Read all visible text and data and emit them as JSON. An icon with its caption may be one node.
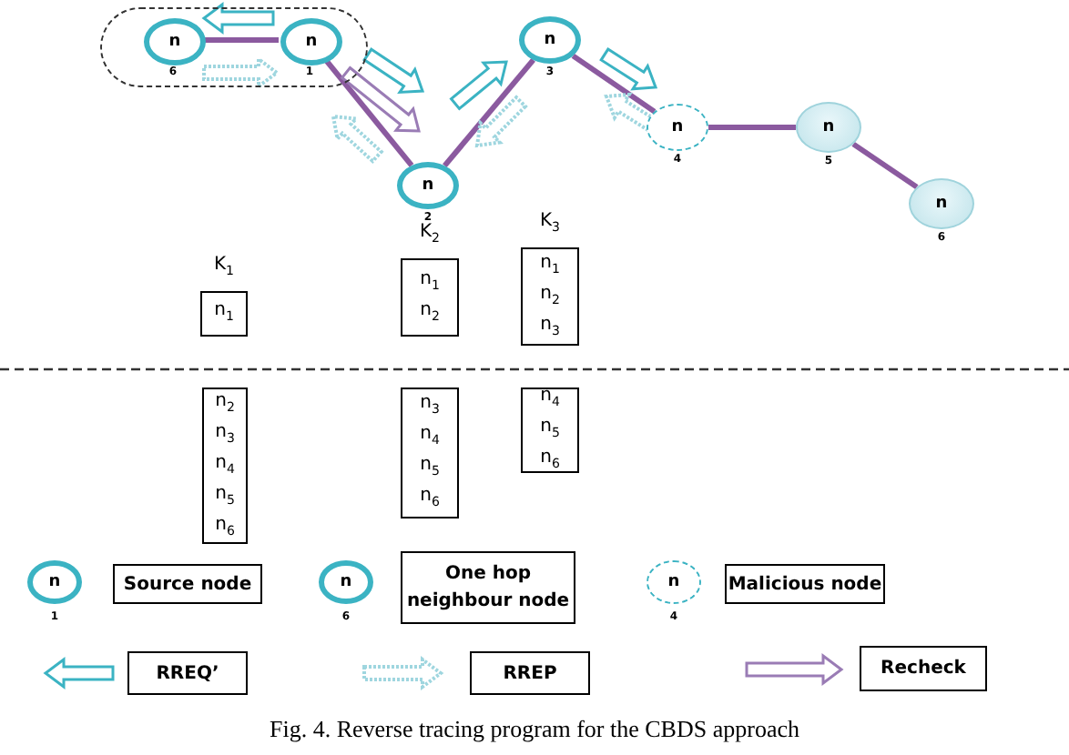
{
  "diagram": {
    "caption": "Fig. 4.  Reverse tracing program for the CBDS approach",
    "nodes": [
      {
        "text": [],
        "shape": "box"
      },
      {
        "text": [
          "n"
        ],
        "beside": [
          "6"
        ],
        "in": 0
      },
      {
        "text": [
          "n"
        ],
        "beside": [
          "1"
        ],
        "in": 0
      },
      {
        "text": [
          "n"
        ],
        "beside": [
          "2"
        ]
      },
      {
        "text": [
          "n"
        ],
        "beside": [
          "3"
        ]
      },
      {
        "text": [
          "n"
        ],
        "beside": [
          "4"
        ]
      },
      {
        "text": [
          "n"
        ],
        "beside": [
          "5"
        ]
      },
      {
        "text": [
          "n"
        ],
        "beside": [
          "6"
        ]
      },
      {
        "text": [
          "K$_{1}$",
          "n$_{1}$"
        ]
      },
      {
        "text": [
          "K$_{2}$",
          "n$_{1}$",
          "n$_{2}$"
        ]
      },
      {
        "text": [
          "K$_{3}$",
          "n$_{1}$",
          "n$_{2}$",
          "n$_{3}$"
        ]
      },
      {
        "text": [
          "n$_{2}$",
          "n$_{3}$",
          "n$_{4}$",
          "n$_{5}$",
          "n$_{6}$"
        ]
      },
      {
        "text": [
          "n$_{3}$",
          "n$_{4}$",
          "n$_{5}$",
          "n$_{6}$"
        ]
      },
      {
        "text": [
          "n$_{4}$",
          "n$_{5}$",
          "n$_{6}$"
        ]
      }
    ],
    "edges": [
      {
        "from": 1,
        "to": 2,
        "arrow": "none"
      },
      {
        "from": 2,
        "to": 3,
        "arrow": "none"
      },
      {
        "from": 3,
        "to": 4,
        "arrow": "none"
      },
      {
        "from": 4,
        "to": 5,
        "arrow": "none"
      },
      {
        "from": 5,
        "to": 6,
        "arrow": "none"
      },
      {
        "from": 6,
        "to": 7,
        "arrow": "none"
      },
      {
        "from": 2,
        "to": 1,
        "arrow": "to",
        "color": "#3bb3c3"
      },
      {
        "from": 1,
        "to": 2,
        "arrow": "to",
        "style": "dashed",
        "color": "#9fd6df"
      },
      {
        "from": 2,
        "to": 3,
        "arrow": "to",
        "color": "#3bb3c3"
      },
      {
        "from": 2,
        "to": 3,
        "arrow": "to",
        "color": "#9a7cb5"
      },
      {
        "from": 3,
        "to": 2,
        "arrow": "to",
        "style": "dashed",
        "color": "#9fd6df"
      },
      {
        "from": 3,
        "to": 4,
        "arrow": "to",
        "color": "#3bb3c3"
      },
      {
        "from": 4,
        "to": 3,
        "arrow": "to",
        "style": "dashed",
        "color": "#9fd6df"
      },
      {
        "from": 4,
        "to": 5,
        "arrow": "to",
        "color": "#3bb3c3"
      },
      {
        "from": 5,
        "to": 4,
        "arrow": "to",
        "style": "dashed",
        "color": "#9fd6df"
      }
    ],
    "labels": [
      "n",
      "1",
      "n",
      "6",
      "n",
      "4"
    ],
    "legend": [
      {
        "text": "Source node"
      },
      {
        "text": "One hop neighbour node"
      },
      {
        "text": "Malicious node"
      },
      {
        "text": "RREQ’"
      },
      {
        "text": "RREP"
      },
      {
        "text": "Recheck"
      }
    ]
  }
}
